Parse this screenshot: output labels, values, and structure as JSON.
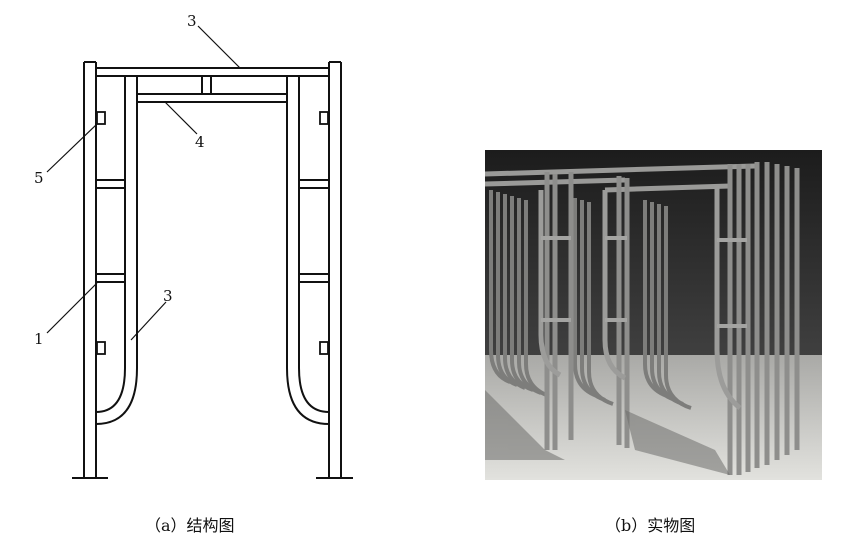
{
  "figure_a": {
    "caption": "（a）结构图",
    "labels": {
      "top_rail": "3",
      "cross_bar": "4",
      "clip": "5",
      "main_post": "1",
      "brace": "3"
    }
  },
  "figure_b": {
    "caption": "（b）实物图"
  },
  "colors": {
    "line": "#111111",
    "photo_floor": "#d9d9d6",
    "photo_tube": "#8a8a88",
    "photo_dark": "#2a2a2a"
  }
}
